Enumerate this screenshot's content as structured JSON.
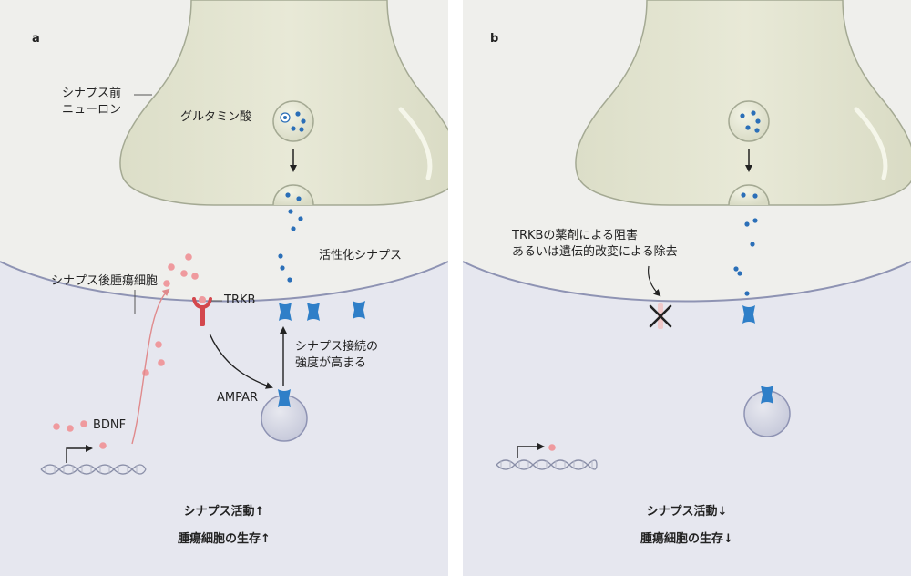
{
  "panels": {
    "a": {
      "letter": "a",
      "presynaptic_line1": "シナプス前",
      "presynaptic_line2": "ニューロン",
      "glutamate": "グルタミン酸",
      "active_synapse": "活性化シナプス",
      "postsynaptic": "シナプス後腫瘍細胞",
      "trkb": "TRKB",
      "strength_line1": "シナプス接続の",
      "strength_line2": "強度が高まる",
      "ampar": "AMPAR",
      "bdnf": "BDNF",
      "caption1": "シナプス活動↑",
      "caption2": "腫瘍細胞の生存↑"
    },
    "b": {
      "letter": "b",
      "inhibit_line1": "TRKBの薬剤による阻害",
      "inhibit_line2": "あるいは遺伝的改変による除去",
      "caption1": "シナプス活動↓",
      "caption2": "腫瘍細胞の生存↓"
    }
  },
  "colors": {
    "panel_bg": "#efefec",
    "neuron_fill": "#e3e4d1",
    "neuron_stroke": "#a4a993",
    "tumor_fill": "#e6e7ef",
    "tumor_stroke": "#8e93b3",
    "glutamate": "#2b6fb8",
    "receptor_blue": "#2f7fc8",
    "trkb_red": "#d3474d",
    "bdnf_pink": "#ef9a9e",
    "arrow_red": "#e08a8c"
  }
}
